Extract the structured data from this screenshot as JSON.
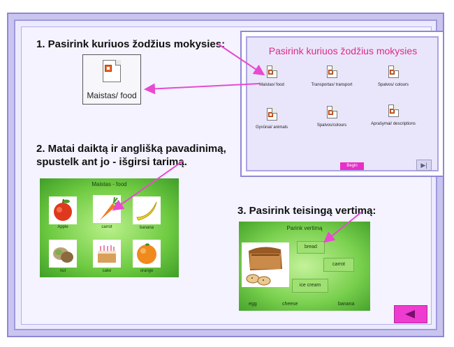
{
  "instructions": {
    "step1": "1. Pasirink kuriuos žodžius mokysies:",
    "step2": "2. Matai daiktą ir anglišką pavadinimą, spustelk ant jo - išgirsi tarimą.",
    "step3": "3. Pasirink teisingą vertimą:"
  },
  "selected_file": {
    "label": "Maistas/ food",
    "icon": "powerpoint-file-icon"
  },
  "menu": {
    "title": "Pasirink kuriuos žodžius mokysies",
    "items": [
      {
        "label": "Maistas/ food",
        "icon": "powerpoint-file-icon"
      },
      {
        "label": "Transportas/ transport",
        "icon": "powerpoint-file-icon"
      },
      {
        "label": "Spalvos/ colours",
        "icon": "powerpoint-file-icon"
      },
      {
        "label": "Gyvūnai/ animals",
        "icon": "powerpoint-file-icon"
      },
      {
        "label": "Spalvos/colours",
        "icon": "powerpoint-file-icon"
      },
      {
        "label": "Aprašymai/ descriptions",
        "icon": "powerpoint-file-icon"
      }
    ],
    "begin_label": "Begin",
    "next_icon": "skip-next-icon"
  },
  "food_slide": {
    "title": "Maistas - food",
    "items": [
      {
        "label": "Apple",
        "icon": "apple-icon"
      },
      {
        "label": "carrot",
        "icon": "carrot-icon"
      },
      {
        "label": "banana",
        "icon": "banana-icon"
      },
      {
        "label": "nut",
        "icon": "nut-icon"
      },
      {
        "label": "cake",
        "icon": "cake-icon"
      },
      {
        "label": "orange",
        "icon": "orange-icon"
      }
    ]
  },
  "quiz": {
    "title": "Parink vertimą",
    "image": "bread-image",
    "options": [
      "bread",
      "carrot",
      "ice cream"
    ],
    "bottom_words": [
      "egg",
      "cheese",
      "banana"
    ]
  },
  "back_button": {
    "icon": "back-arrow-icon"
  },
  "colors": {
    "accent_pink": "#e0288a",
    "arrow_magenta": "#e84ad0",
    "panel_green": "#6fcb42",
    "frame_lavender": "#c9c5ee"
  }
}
